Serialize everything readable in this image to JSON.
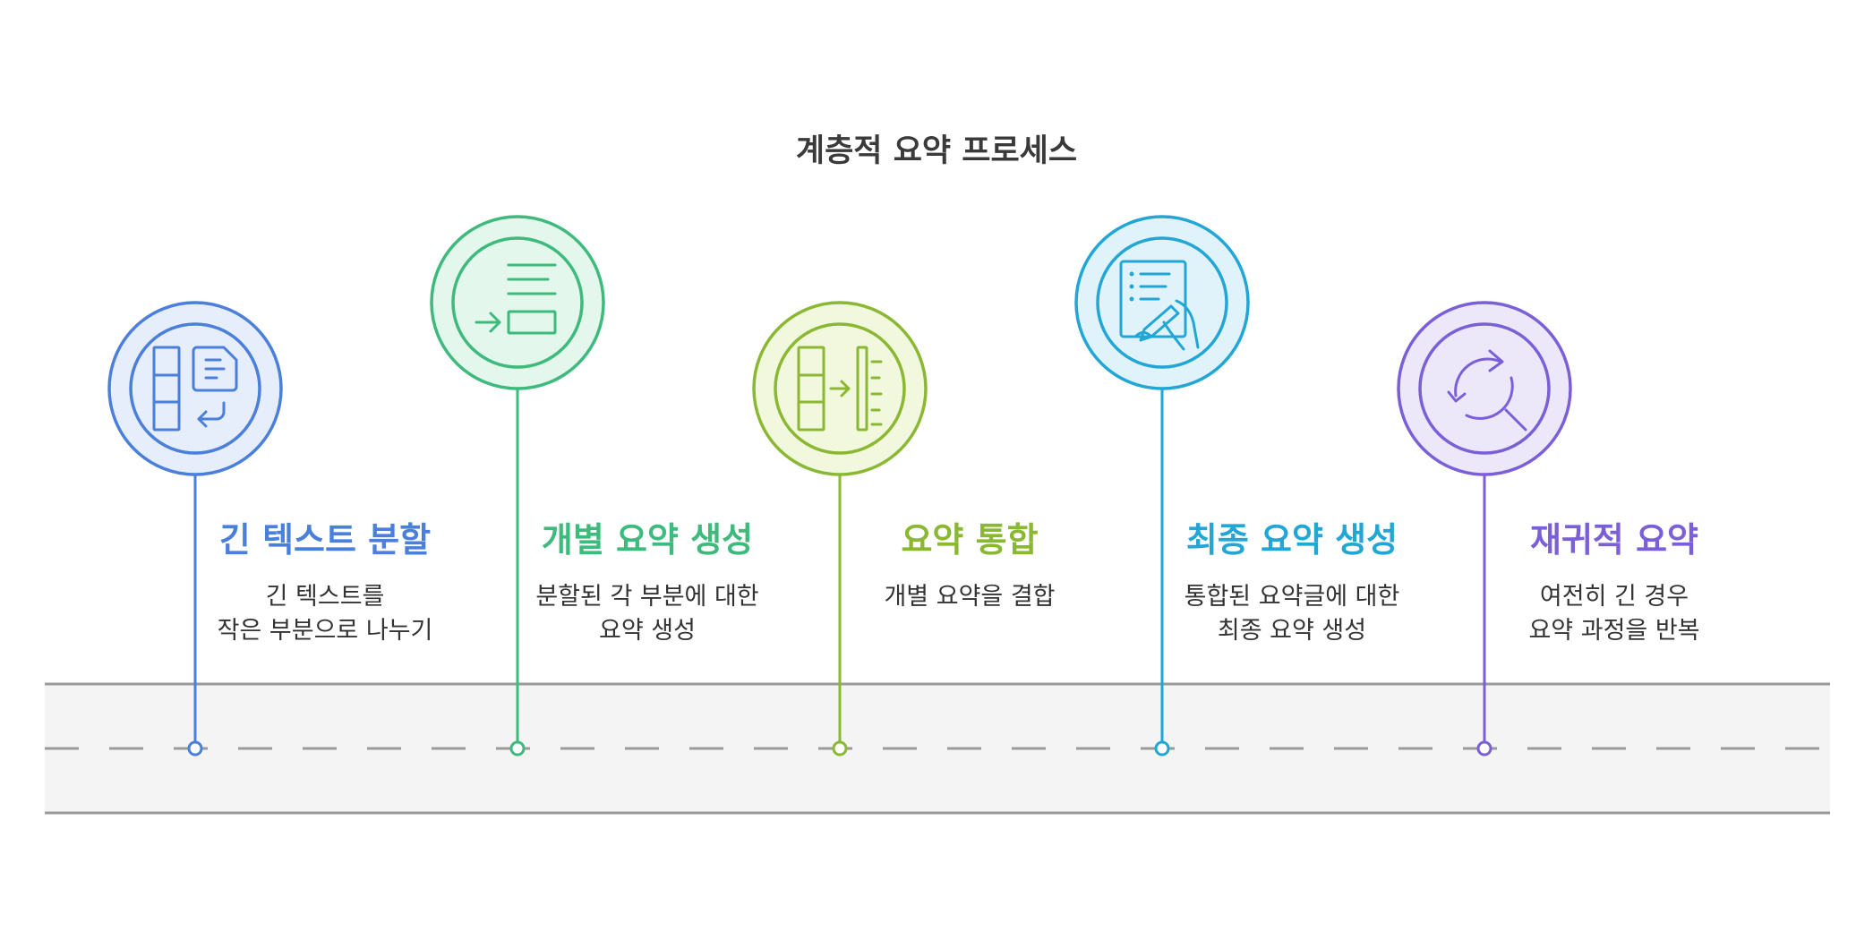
{
  "title": "계층적 요약 프로세스",
  "colors": {
    "road": "#f4f4f4",
    "road_line": "#9a9a9a",
    "text": "#333333"
  },
  "steps": [
    {
      "title": "긴 텍스트 분할",
      "desc": [
        "긴 텍스트를",
        "작은 부분으로 나누기"
      ],
      "color": "#4a7fdc",
      "fill": "#e6edfb",
      "icon": "split-document-icon"
    },
    {
      "title": "개별 요약 생성",
      "desc": [
        "분할된 각 부분에 대한",
        "요약 생성"
      ],
      "color": "#3dba7c",
      "fill": "#e3f7ec",
      "icon": "summary-list-icon"
    },
    {
      "title": "요약 통합",
      "desc": [
        "개별 요약을 결합"
      ],
      "color": "#8bb833",
      "fill": "#f1f8dd",
      "icon": "merge-columns-icon"
    },
    {
      "title": "최종 요약 생성",
      "desc": [
        "통합된 요약글에 대한",
        "최종 요약 생성"
      ],
      "color": "#22a6d6",
      "fill": "#e1f3fa",
      "icon": "write-document-icon"
    },
    {
      "title": "재귀적 요약",
      "desc": [
        "여전히 긴 경우",
        "요약 과정을 반복"
      ],
      "color": "#7b5fd9",
      "fill": "#ece8fa",
      "icon": "repeat-search-icon"
    }
  ]
}
